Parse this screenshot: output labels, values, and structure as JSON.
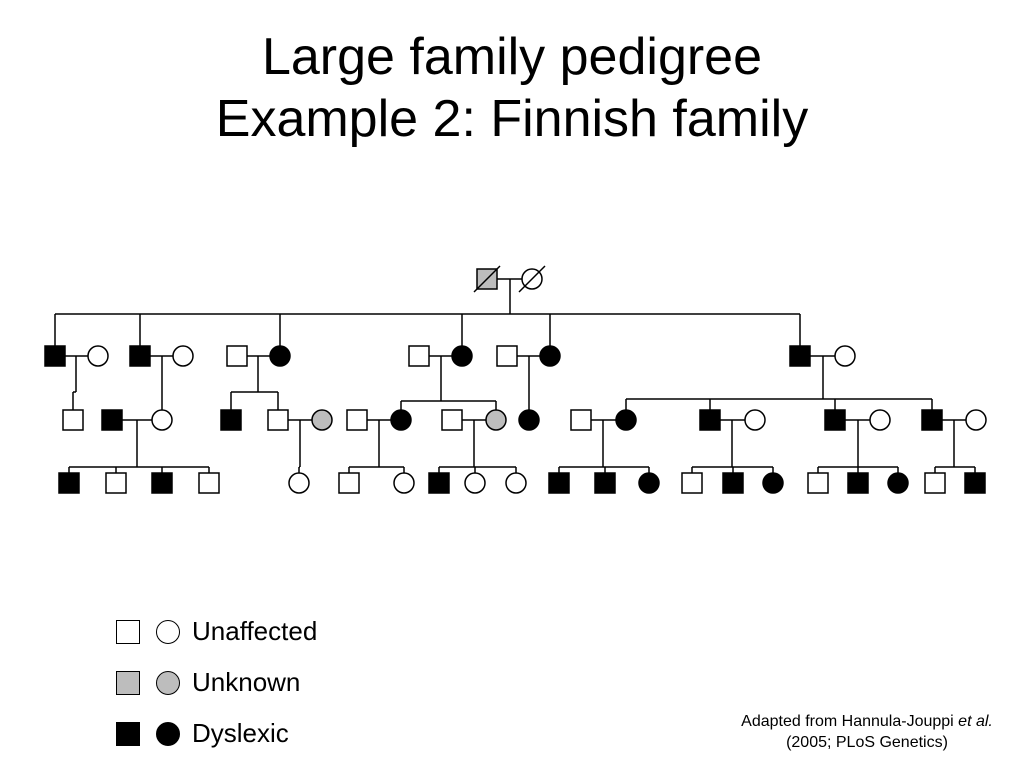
{
  "title": {
    "line1": "Large family pedigree",
    "line2": "Example 2: Finnish family"
  },
  "legend": [
    {
      "label": "Unaffected",
      "status": "unaffected",
      "color": "#ffffff"
    },
    {
      "label": "Unknown",
      "status": "unknown",
      "color": "#bdbdbd"
    },
    {
      "label": "Dyslexic",
      "status": "dyslexic",
      "color": "#000000"
    }
  ],
  "citation": {
    "prefix": "Adapted from Hannula-Jouppi ",
    "etal": "et al.",
    "line2": "(2005; PLoS Genetics)"
  },
  "pedigree": {
    "founders": [
      {
        "sex": "male",
        "status": "unknown",
        "deceased": true
      },
      {
        "sex": "female",
        "status": "unaffected",
        "deceased": true
      }
    ],
    "generation_2_units": [
      {
        "child": {
          "sex": "male",
          "status": "dyslexic"
        },
        "spouse": {
          "sex": "female",
          "status": "unaffected"
        }
      },
      {
        "child": {
          "sex": "male",
          "status": "dyslexic"
        },
        "spouse": {
          "sex": "female",
          "status": "unaffected"
        }
      },
      {
        "child": {
          "sex": "female",
          "status": "dyslexic"
        },
        "spouse": {
          "sex": "male",
          "status": "unaffected"
        }
      },
      {
        "child": {
          "sex": "female",
          "status": "dyslexic"
        },
        "spouse": {
          "sex": "male",
          "status": "unaffected"
        }
      },
      {
        "child": {
          "sex": "female",
          "status": "dyslexic"
        },
        "spouse": {
          "sex": "male",
          "status": "unaffected"
        }
      },
      {
        "child": {
          "sex": "male",
          "status": "dyslexic"
        },
        "spouse": {
          "sex": "female",
          "status": "unaffected"
        }
      }
    ],
    "generation_3": [
      {
        "sex": "male",
        "status": "unaffected"
      },
      {
        "sex": "male",
        "status": "dyslexic"
      },
      {
        "sex": "female",
        "status": "unaffected"
      },
      {
        "sex": "male",
        "status": "dyslexic"
      },
      {
        "sex": "male",
        "status": "unaffected"
      },
      {
        "sex": "female",
        "status": "unknown"
      },
      {
        "sex": "male",
        "status": "unaffected"
      },
      {
        "sex": "female",
        "status": "dyslexic"
      },
      {
        "sex": "male",
        "status": "unaffected"
      },
      {
        "sex": "female",
        "status": "unknown"
      },
      {
        "sex": "female",
        "status": "dyslexic"
      },
      {
        "sex": "male",
        "status": "unaffected"
      },
      {
        "sex": "female",
        "status": "dyslexic"
      },
      {
        "sex": "male",
        "status": "dyslexic"
      },
      {
        "sex": "female",
        "status": "unaffected"
      },
      {
        "sex": "male",
        "status": "dyslexic"
      },
      {
        "sex": "female",
        "status": "unaffected"
      },
      {
        "sex": "male",
        "status": "dyslexic"
      },
      {
        "sex": "female",
        "status": "unaffected"
      }
    ],
    "generation_4": [
      {
        "sex": "male",
        "status": "dyslexic"
      },
      {
        "sex": "male",
        "status": "unaffected"
      },
      {
        "sex": "male",
        "status": "dyslexic"
      },
      {
        "sex": "male",
        "status": "unaffected"
      },
      {
        "sex": "female",
        "status": "unaffected"
      },
      {
        "sex": "male",
        "status": "unaffected"
      },
      {
        "sex": "female",
        "status": "unaffected"
      },
      {
        "sex": "male",
        "status": "dyslexic"
      },
      {
        "sex": "female",
        "status": "unaffected"
      },
      {
        "sex": "female",
        "status": "unaffected"
      },
      {
        "sex": "male",
        "status": "dyslexic"
      },
      {
        "sex": "male",
        "status": "dyslexic"
      },
      {
        "sex": "female",
        "status": "dyslexic"
      },
      {
        "sex": "male",
        "status": "unaffected"
      },
      {
        "sex": "male",
        "status": "dyslexic"
      },
      {
        "sex": "female",
        "status": "dyslexic"
      },
      {
        "sex": "male",
        "status": "unaffected"
      },
      {
        "sex": "male",
        "status": "dyslexic"
      },
      {
        "sex": "female",
        "status": "dyslexic"
      },
      {
        "sex": "male",
        "status": "unaffected"
      },
      {
        "sex": "male",
        "status": "dyslexic"
      }
    ]
  }
}
